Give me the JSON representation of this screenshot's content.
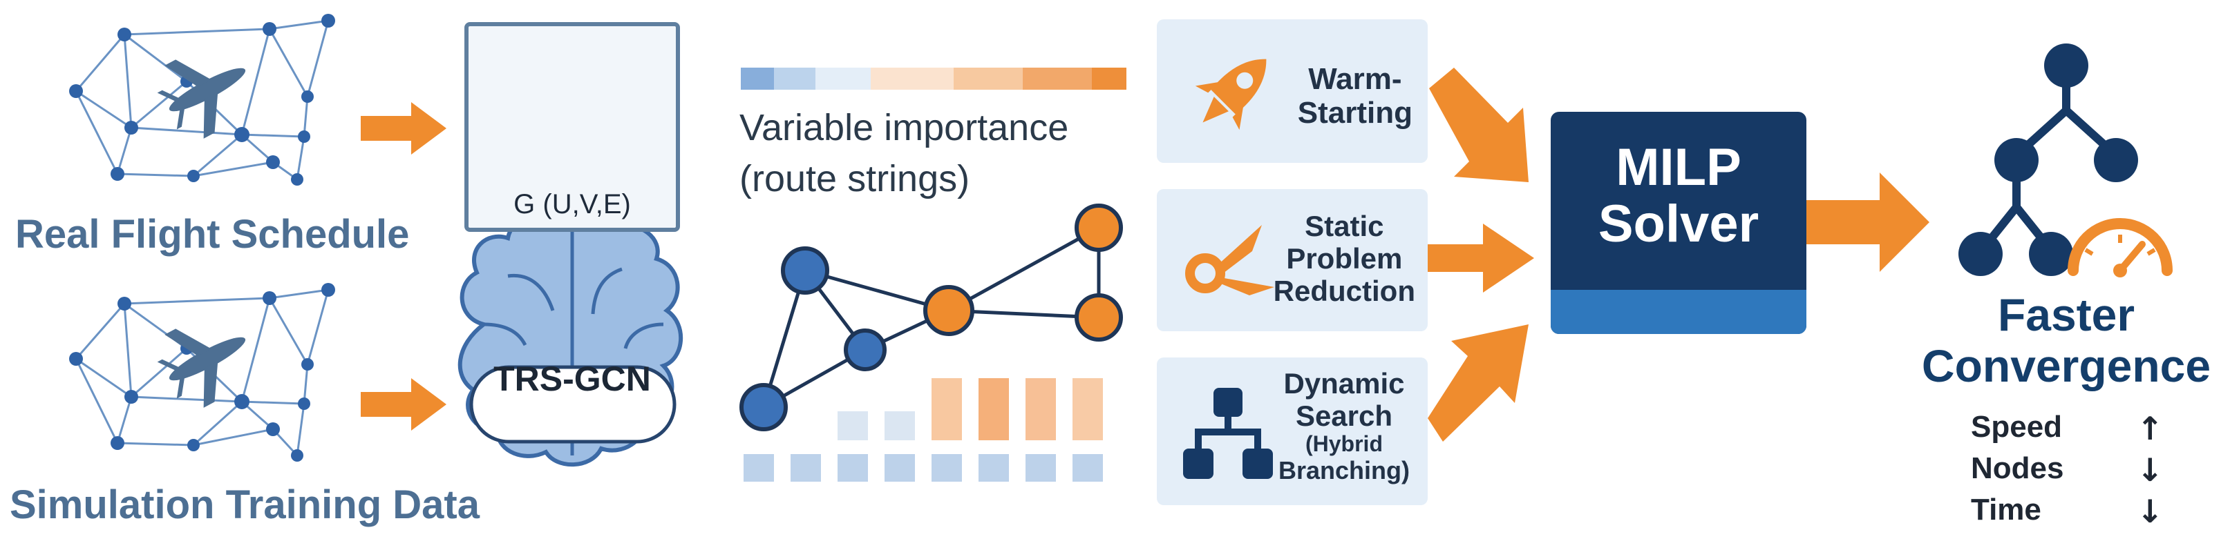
{
  "inputs": {
    "real_label": "Real Flight Schedule",
    "sim_label": "Simulation Training Data"
  },
  "graph_box": {
    "label": "G (U,V,E)"
  },
  "model": {
    "label": "TRS-GCN"
  },
  "importance": {
    "line1": "Variable importance",
    "line2": "(route strings)"
  },
  "strategies": {
    "warm": {
      "line1": "Warm-",
      "line2": "Starting",
      "icon": "rocket-icon"
    },
    "static": {
      "line1": "Static",
      "line2": "Problem",
      "line3": "Reduction",
      "icon": "scissors-icon"
    },
    "dynamic": {
      "line1": "Dynamic",
      "line2": "Search",
      "line3": "(Hybrid",
      "line4": "Branching)",
      "icon": "branch-tree-icon"
    }
  },
  "solver": {
    "line1": "MILP",
    "line2": "Solver"
  },
  "result": {
    "line1": "Faster",
    "line2": "Convergence",
    "metrics": [
      {
        "label": "Speed",
        "arrow": "↑"
      },
      {
        "label": "Nodes",
        "arrow": "↓"
      },
      {
        "label": "Time",
        "arrow": "↓"
      }
    ]
  },
  "colors": {
    "accent_orange": "#ef8c2e",
    "node_blue": "#3c72b8",
    "navy": "#163965",
    "label_blue": "#4d6f93",
    "card_bg": "#e4eef8"
  }
}
